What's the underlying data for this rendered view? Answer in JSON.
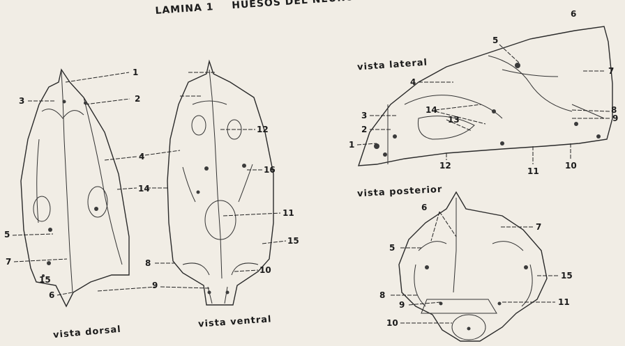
{
  "header": {
    "plate": "LAMINA 1",
    "title": "HUESOS DEL NEUROCRANEO",
    "corner_number": "6"
  },
  "views": {
    "dorsal": "vista dorsal",
    "ventral": "vista ventral",
    "lateral": "vista lateral",
    "posterior": "vista posterior"
  },
  "labels": {
    "dorsal": [
      "1",
      "2",
      "3",
      "4",
      "14",
      "5",
      "7",
      "15",
      "6"
    ],
    "ventral": [
      "12",
      "16",
      "11",
      "15",
      "8",
      "10",
      "9"
    ],
    "lateral": [
      "5",
      "4",
      "7",
      "3",
      "14",
      "13",
      "8",
      "9",
      "2",
      "1",
      "12",
      "11",
      "10"
    ],
    "posterior": [
      "6",
      "7",
      "5",
      "15",
      "8",
      "9",
      "11",
      "10"
    ]
  }
}
